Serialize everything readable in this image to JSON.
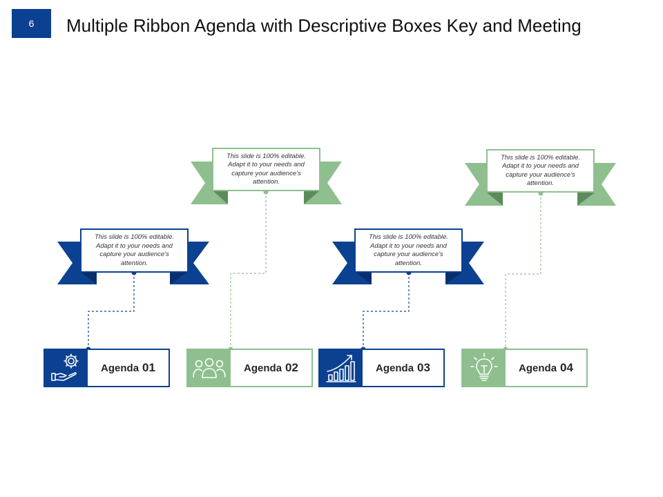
{
  "slide": {
    "page_number": "6",
    "title": "Multiple Ribbon Agenda with Descriptive Boxes Key and Meeting"
  },
  "colors": {
    "navy": "#0b4190",
    "navy_dark": "#07306b",
    "green": "#8fbf8e",
    "green_dark": "#5b8a5c"
  },
  "ribbons": [
    {
      "text": "This slide is 100% editable. Adapt it to your needs and capture your audience's attention.",
      "color": "navy"
    },
    {
      "text": "This slide is 100% editable. Adapt it to your needs and capture your audience's attention.",
      "color": "green"
    },
    {
      "text": "This slide is 100% editable. Adapt it to your needs and capture your audience's attention.",
      "color": "navy"
    },
    {
      "text": "This slide is 100% editable. Adapt it to your needs and capture your audience's attention.",
      "color": "green"
    }
  ],
  "agenda": [
    {
      "word": "Agenda",
      "number": "01",
      "icon": "gear-hand-icon",
      "color": "navy"
    },
    {
      "word": "Agenda",
      "number": "02",
      "icon": "team-icon",
      "color": "green"
    },
    {
      "word": "Agenda",
      "number": "03",
      "icon": "growth-chart-icon",
      "color": "navy"
    },
    {
      "word": "Agenda",
      "number": "04",
      "icon": "lightbulb-icon",
      "color": "green"
    }
  ]
}
